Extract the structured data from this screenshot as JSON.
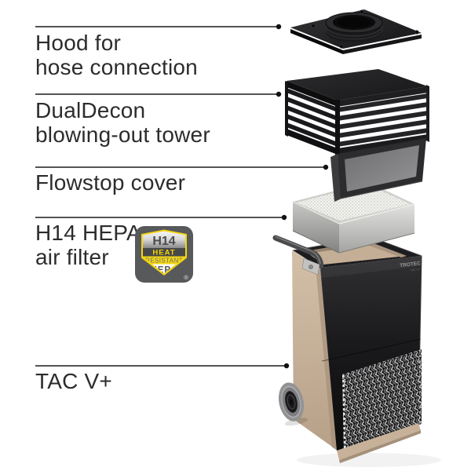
{
  "labels": {
    "hood": {
      "line1": "Hood for",
      "line2": "hose connection"
    },
    "dualdecon": {
      "line1": "DualDecon",
      "line2": "blowing-out tower"
    },
    "flowstop": {
      "line1": "Flowstop cover"
    },
    "hepa": {
      "line1": "H14 HEPA",
      "line2": "air filter"
    },
    "tac": {
      "line1": "TAC V+"
    }
  },
  "badge": {
    "grade": "H14",
    "heat": "HEAT",
    "resistant": "RESISTANT",
    "hepa": "HEPA",
    "registered": "®"
  },
  "device": {
    "brand": "TROTEC",
    "model": "TAC V+"
  },
  "colors": {
    "text": "#2c2c2c",
    "leader": "#1c1c1c",
    "accent_yellow": "#f3d612",
    "badge_gray": "#58595b",
    "body_tan": "#c9b39c",
    "panel_black": "#151517"
  }
}
